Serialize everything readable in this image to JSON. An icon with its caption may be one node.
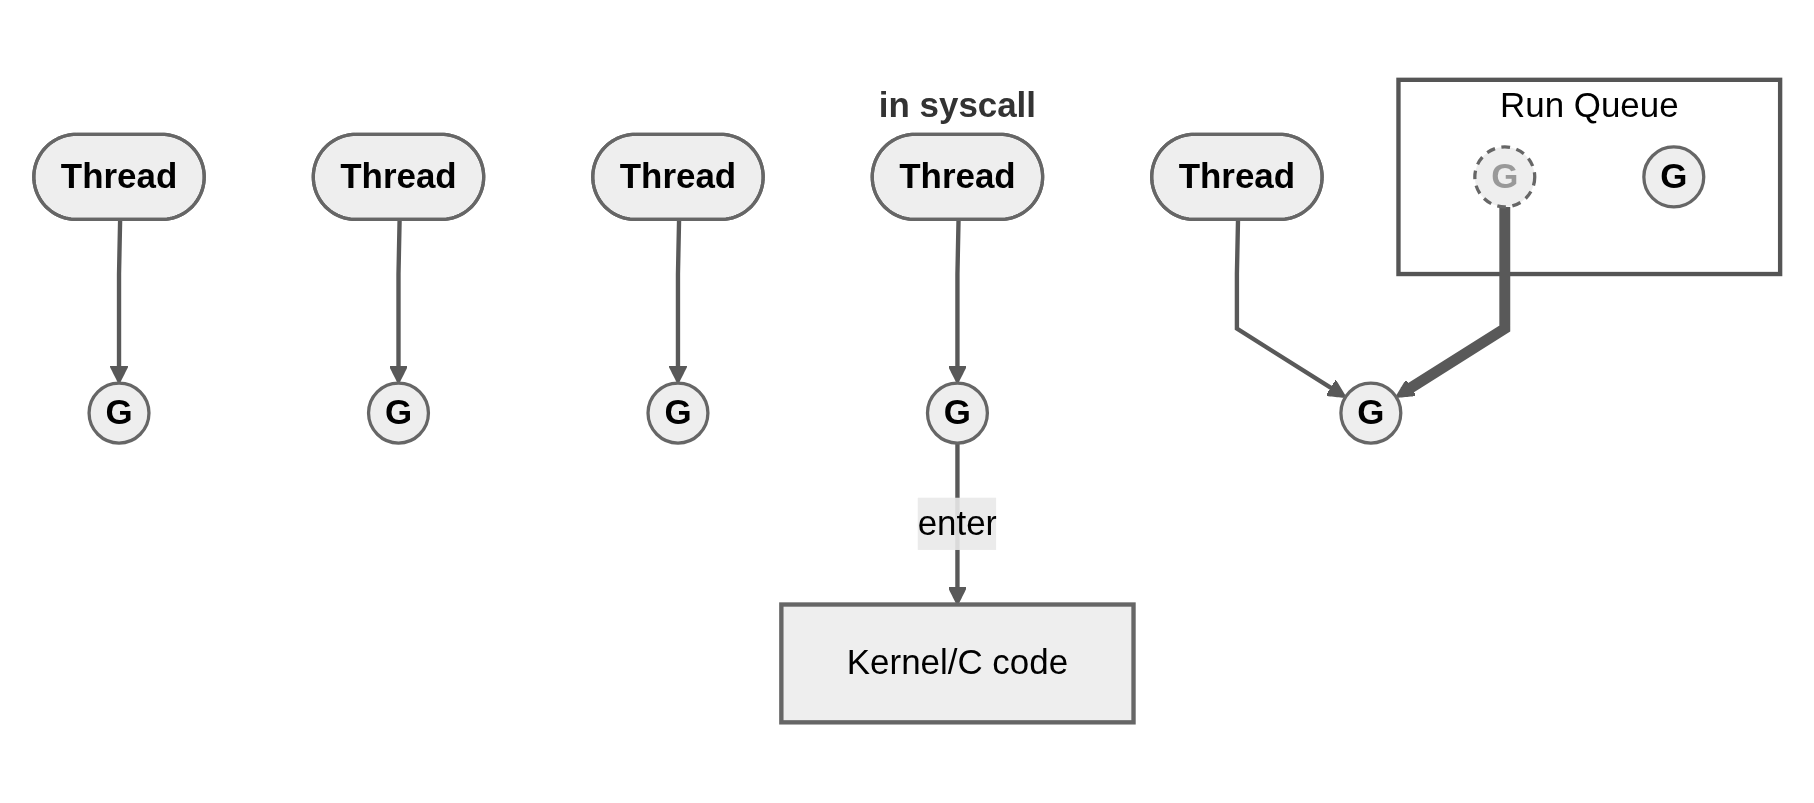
{
  "diagram": {
    "nodes": [
      {
        "text": [
          "Thread"
        ]
      },
      {
        "text": [
          "Thread"
        ]
      },
      {
        "text": [
          "Thread"
        ]
      },
      {
        "text": [
          "Thread"
        ],
        "beside": [
          "in syscall"
        ]
      },
      {
        "text": [
          "Thread"
        ]
      },
      {
        "text": [
          "G"
        ]
      },
      {
        "text": [
          "G"
        ]
      },
      {
        "text": [
          "G"
        ]
      },
      {
        "text": [
          "G"
        ]
      },
      {
        "text": [
          "G"
        ]
      },
      {
        "text": [
          "Run Queue"
        ]
      },
      {
        "text": [
          "G"
        ],
        "in": 10
      },
      {
        "text": [
          "G"
        ],
        "in": 10
      },
      {
        "text": [
          "Kernel/C code"
        ]
      }
    ],
    "edges": [
      {
        "from": 0,
        "to": 5,
        "arrow": "to"
      },
      {
        "from": 1,
        "to": 6,
        "arrow": "to"
      },
      {
        "from": 2,
        "to": 7,
        "arrow": "to"
      },
      {
        "from": 3,
        "to": 8,
        "arrow": "to"
      },
      {
        "from": 4,
        "to": 9,
        "arrow": "to"
      },
      {
        "from": 8,
        "to": 13,
        "label": "enter",
        "arrow": "to"
      },
      {
        "from": 11,
        "to": 9,
        "arrow": "to",
        "style": "thick"
      }
    ]
  }
}
